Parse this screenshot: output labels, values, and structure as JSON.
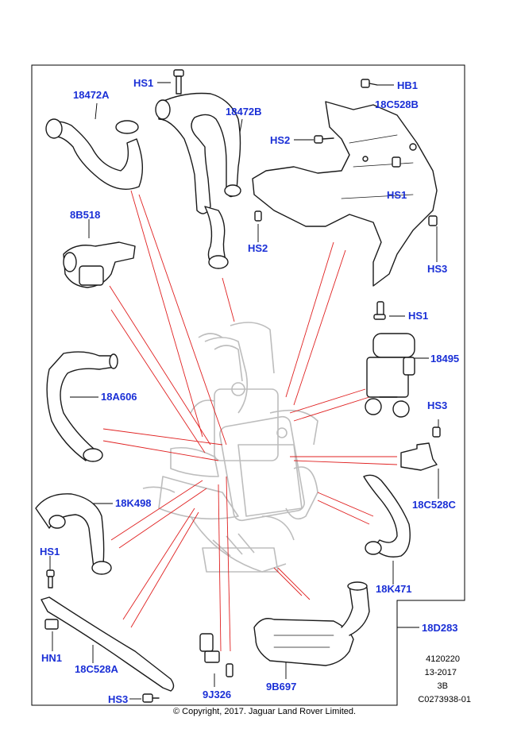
{
  "colors": {
    "callout_text": "#1a2fd6",
    "leader_red": "#e02020",
    "part_stroke": "#1a1a1a",
    "ghost_stroke": "#bdbdbd",
    "border": "#000000"
  },
  "labels": {
    "hs1_top": "HS1",
    "p18472a": "18472A",
    "p18472b": "18472B",
    "hb1": "HB1",
    "p18c528b": "18C528B",
    "hs2_upper": "HS2",
    "hs1_bracket": "HS1",
    "p8b518": "8B518",
    "hs2_lower": "HS2",
    "hs3_bracket": "HS3",
    "hs1_right": "HS1",
    "p18495": "18495",
    "p18a606": "18A606",
    "hs3_right": "HS3",
    "p18c528c": "18C528C",
    "p18k498": "18K498",
    "hs1_left": "HS1",
    "p18k471": "18K471",
    "p18d283": "18D283",
    "hn1": "HN1",
    "p18c528a": "18C528A",
    "p9j326": "9J326",
    "p9b697": "9B697",
    "hs3_bottom": "HS3"
  },
  "meta": {
    "ref_number": "4120220",
    "date": "13-2017",
    "revision": "3B",
    "drawing_code": "C0273938-01",
    "copyright": "© Copyright, 2017. Jaguar Land Rover Limited."
  }
}
